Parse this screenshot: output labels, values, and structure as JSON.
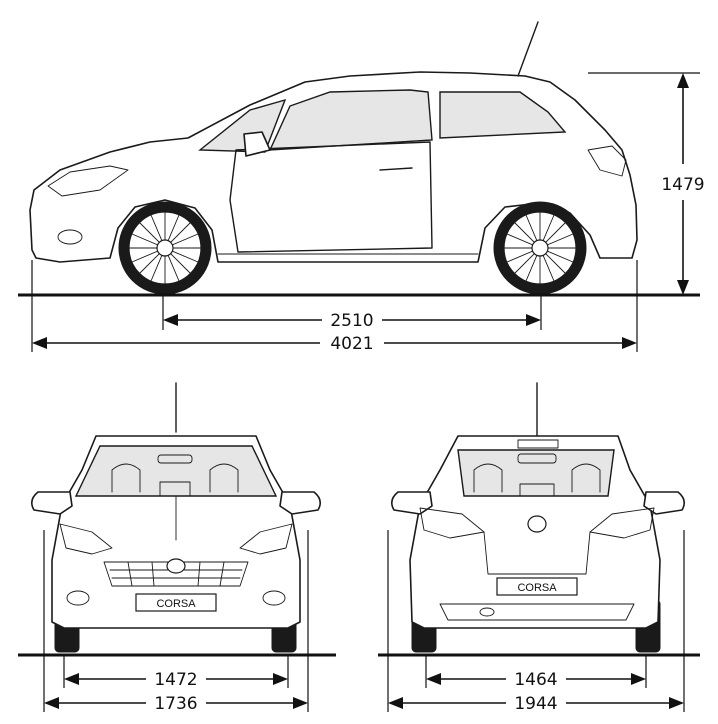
{
  "dimensions": {
    "height": "1479",
    "wheelbase": "2510",
    "length": "4021",
    "front_track": "1472",
    "front_width": "1736",
    "rear_track": "1464",
    "rear_width": "1944"
  },
  "plates": {
    "front": "CORSA",
    "rear": "CORSA"
  }
}
